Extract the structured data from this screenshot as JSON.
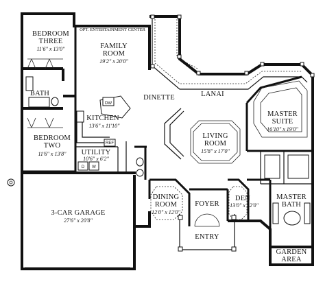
{
  "rooms": {
    "bedroom_three": {
      "name": "BEDROOM THREE",
      "line1": "BEDROOM",
      "line2": "THREE",
      "size": "11'6\" x 13'0\""
    },
    "family_room": {
      "line1": "FAMILY",
      "line2": "ROOM",
      "size": "19'2\" x 20'0\""
    },
    "ent_center": {
      "name": "OPT. ENTERTAINMENT CENTER"
    },
    "bath": {
      "name": "BATH"
    },
    "dinette": {
      "name": "DINETTE"
    },
    "lanai": {
      "name": "LANAI"
    },
    "kitchen": {
      "name": "KITCHEN",
      "size": "13'6\" x 11'10\""
    },
    "dw": {
      "name": "DW"
    },
    "ref": {
      "name": "REF"
    },
    "master_suite": {
      "line1": "MASTER",
      "line2": "SUITE",
      "size": "16'10\" x 19'0\""
    },
    "bedroom_two": {
      "line1": "BEDROOM",
      "line2": "TWO",
      "size": "11'6\" x 13'8\""
    },
    "living_room": {
      "line1": "LIVING",
      "line2": "ROOM",
      "size": "15'8\" x 17'0\""
    },
    "utility": {
      "name": "UTILITY",
      "size": "10'6\" x 6'2\"",
      "d": "D",
      "w": "W"
    },
    "dining_room": {
      "line1": "DINING",
      "line2": "ROOM",
      "size": "12'0\" x 12'0\""
    },
    "foyer": {
      "name": "FOYER"
    },
    "den": {
      "name": "DEN",
      "size": "13'0\" x 12'0\""
    },
    "master_bath": {
      "line1": "MASTER",
      "line2": "BATH"
    },
    "garage": {
      "name": "3-CAR GARAGE",
      "size": "27'6\" x 20'8\""
    },
    "entry": {
      "name": "ENTRY"
    },
    "garden_area": {
      "line1": "GARDEN",
      "line2": "AREA"
    }
  }
}
